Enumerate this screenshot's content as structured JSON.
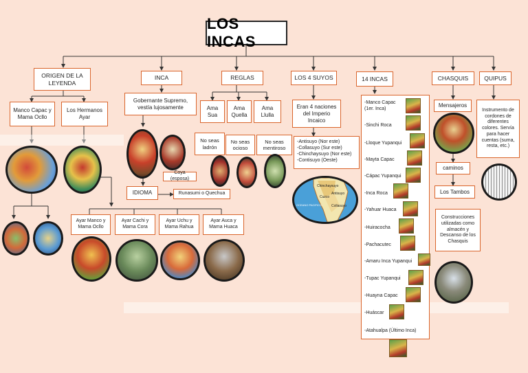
{
  "title": "LOS INCAS",
  "categories": {
    "origen": "ORIGEN DE LA LEYENDA",
    "inca": "INCA",
    "reglas": "REGLAS",
    "suyos": "LOS 4 SUYOS",
    "incas14": "14 INCAS",
    "chasquis": "CHASQUIS",
    "quipus": "QUIPUS"
  },
  "origen": {
    "manco": "Manco Capac y Mama Ocllo",
    "hermanos": "Los Hermanos Ayar",
    "pairs": [
      "Ayar Manco y Mama Ocllo",
      "Ayar Cachi y Mama Cora",
      "Ayar Uchu y Mama Rahua",
      "Ayar Auca y Mama Huaca"
    ]
  },
  "inca": {
    "gobernante": "Gobernante Supremo, vestía lujosamente",
    "coya": "Coya (esposa)",
    "idioma": "IDIOMA",
    "lengua": "Runasumi o Quechua"
  },
  "reglas": {
    "items": [
      "Ama Sua",
      "Ama Quella",
      "Ama Llulla"
    ],
    "meanings": [
      "No seas ladrón",
      "No seas ocioso",
      "No seas mentiroso"
    ]
  },
  "suyos": {
    "desc": "Eran 4 naciones del Imperio Incaico",
    "list": [
      "-Antisuyo (Nor este)",
      "-Collasuyo (Sur este)",
      "-Chinchaysuyo (Nor este)",
      "-Contisuyo (Oeste)"
    ],
    "map_labels": [
      "Chinchaysuyo",
      "Cuzco",
      "Antisuyo",
      "Collasuyo",
      "OCEANO PACIFICO"
    ]
  },
  "incas14": [
    "-Manco Capac (1er. Inca)",
    "-Sinchi Roca",
    "-Lloque Yupanqui",
    "-Mayta Capac",
    "-Cápac Yupanqui",
    "-Inca Roca",
    "-Yahuar Huaca",
    "-Huiracocha",
    "-Pachacutec",
    "-Amaru Inca Yupanqui",
    "-Tupac Yupanqui",
    "-Huayna Capac",
    "-Huáscar",
    "-Atahualpa (Último Inca)"
  ],
  "chasquis": {
    "mensajeros": "Mensajeros",
    "caminos": "caminos",
    "tambos": "Los Tambos",
    "construcciones": "Construcciones utilizadas como almacén y Descanso de los Chasquis"
  },
  "quipus": {
    "desc": "Instrumento de cordones de diferentes colores. Servía para hacer cuentas (suma, resta, etc.)"
  },
  "colors": {
    "background": "#fce3d6",
    "box_border": "#d9642b",
    "connector": "#333333"
  }
}
